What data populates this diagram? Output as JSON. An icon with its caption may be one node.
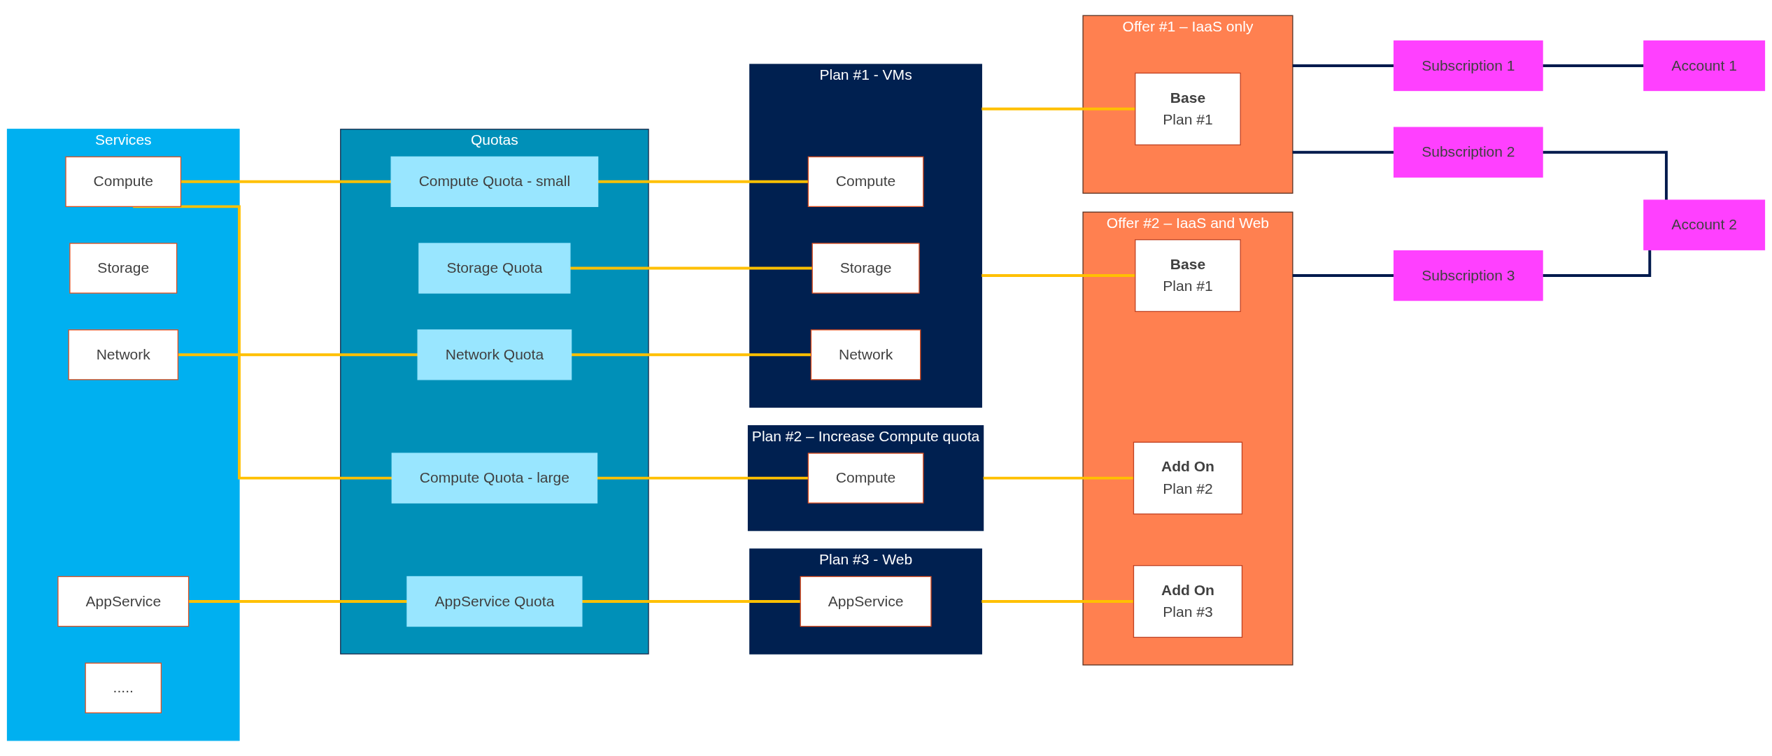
{
  "diagram": {
    "nodes": [
      {
        "text": [
          "Services"
        ]
      },
      {
        "text": [
          "Compute"
        ],
        "in": 0
      },
      {
        "text": [
          "Storage"
        ],
        "in": 0
      },
      {
        "text": [
          "Network"
        ],
        "in": 0
      },
      {
        "text": [
          "AppService"
        ],
        "in": 0
      },
      {
        "text": [
          "....."
        ],
        "in": 0
      },
      {
        "text": [
          "Quotas"
        ]
      },
      {
        "text": [
          "Compute Quota - small"
        ],
        "in": 6
      },
      {
        "text": [
          "Compute Quota - large"
        ],
        "in": 6
      },
      {
        "text": [
          "Storage Quota"
        ],
        "in": 6
      },
      {
        "text": [
          "Network Quota"
        ],
        "in": 6
      },
      {
        "text": [
          "AppService Quota"
        ],
        "in": 6
      },
      {
        "text": [
          "Plan #1 - VMs"
        ]
      },
      {
        "text": [
          "Compute"
        ],
        "in": 12
      },
      {
        "text": [
          "Storage"
        ],
        "in": 12
      },
      {
        "text": [
          "Network"
        ],
        "in": 12
      },
      {
        "text": [
          "Plan #2 – Increase Compute quota"
        ]
      },
      {
        "text": [
          "Compute"
        ],
        "in": 16
      },
      {
        "text": [
          "Plan #3 - Web"
        ]
      },
      {
        "text": [
          "AppService"
        ],
        "in": 18
      },
      {
        "text": [
          "Offer #1 – IaaS only"
        ]
      },
      {
        "text": [
          "Base",
          "Plan #1"
        ],
        "in": 20
      },
      {
        "text": [
          "Offer #2 – IaaS and Web"
        ]
      },
      {
        "text": [
          "Base",
          "Plan #1"
        ],
        "in": 22
      },
      {
        "text": [
          "Add On",
          "Plan #2"
        ],
        "in": 22
      },
      {
        "text": [
          "Add On",
          "Plan #3"
        ],
        "in": 22
      },
      {
        "text": [
          "Subscription 1"
        ]
      },
      {
        "text": [
          "Subscription 2"
        ]
      },
      {
        "text": [
          "Subscription 3"
        ]
      },
      {
        "text": [
          "Account 1"
        ]
      },
      {
        "text": [
          "Account 2"
        ]
      }
    ],
    "edges": [
      {
        "from": 1,
        "to": 7,
        "arrow": "none"
      },
      {
        "from": 1,
        "to": 8,
        "arrow": "none"
      },
      {
        "from": 3,
        "to": 10,
        "arrow": "none"
      },
      {
        "from": 4,
        "to": 11,
        "arrow": "none"
      },
      {
        "from": 7,
        "to": 13,
        "arrow": "none"
      },
      {
        "from": 9,
        "to": 14,
        "arrow": "none"
      },
      {
        "from": 10,
        "to": 15,
        "arrow": "none"
      },
      {
        "from": 8,
        "to": 17,
        "arrow": "none"
      },
      {
        "from": 11,
        "to": 19,
        "arrow": "none"
      },
      {
        "from": 12,
        "to": 21,
        "arrow": "none"
      },
      {
        "from": 12,
        "to": 23,
        "arrow": "none"
      },
      {
        "from": 16,
        "to": 24,
        "arrow": "none"
      },
      {
        "from": 18,
        "to": 25,
        "arrow": "none"
      },
      {
        "from": 20,
        "to": 26,
        "arrow": "none",
        "color": "#001a4d"
      },
      {
        "from": 20,
        "to": 27,
        "arrow": "none",
        "color": "#001a4d"
      },
      {
        "from": 22,
        "to": 28,
        "arrow": "none",
        "color": "#001a4d"
      },
      {
        "from": 26,
        "to": 29,
        "arrow": "none",
        "color": "#001a4d"
      },
      {
        "from": 27,
        "to": 30,
        "arrow": "none",
        "color": "#001a4d"
      },
      {
        "from": 28,
        "to": 30,
        "arrow": "none",
        "color": "#001a4d"
      }
    ]
  }
}
